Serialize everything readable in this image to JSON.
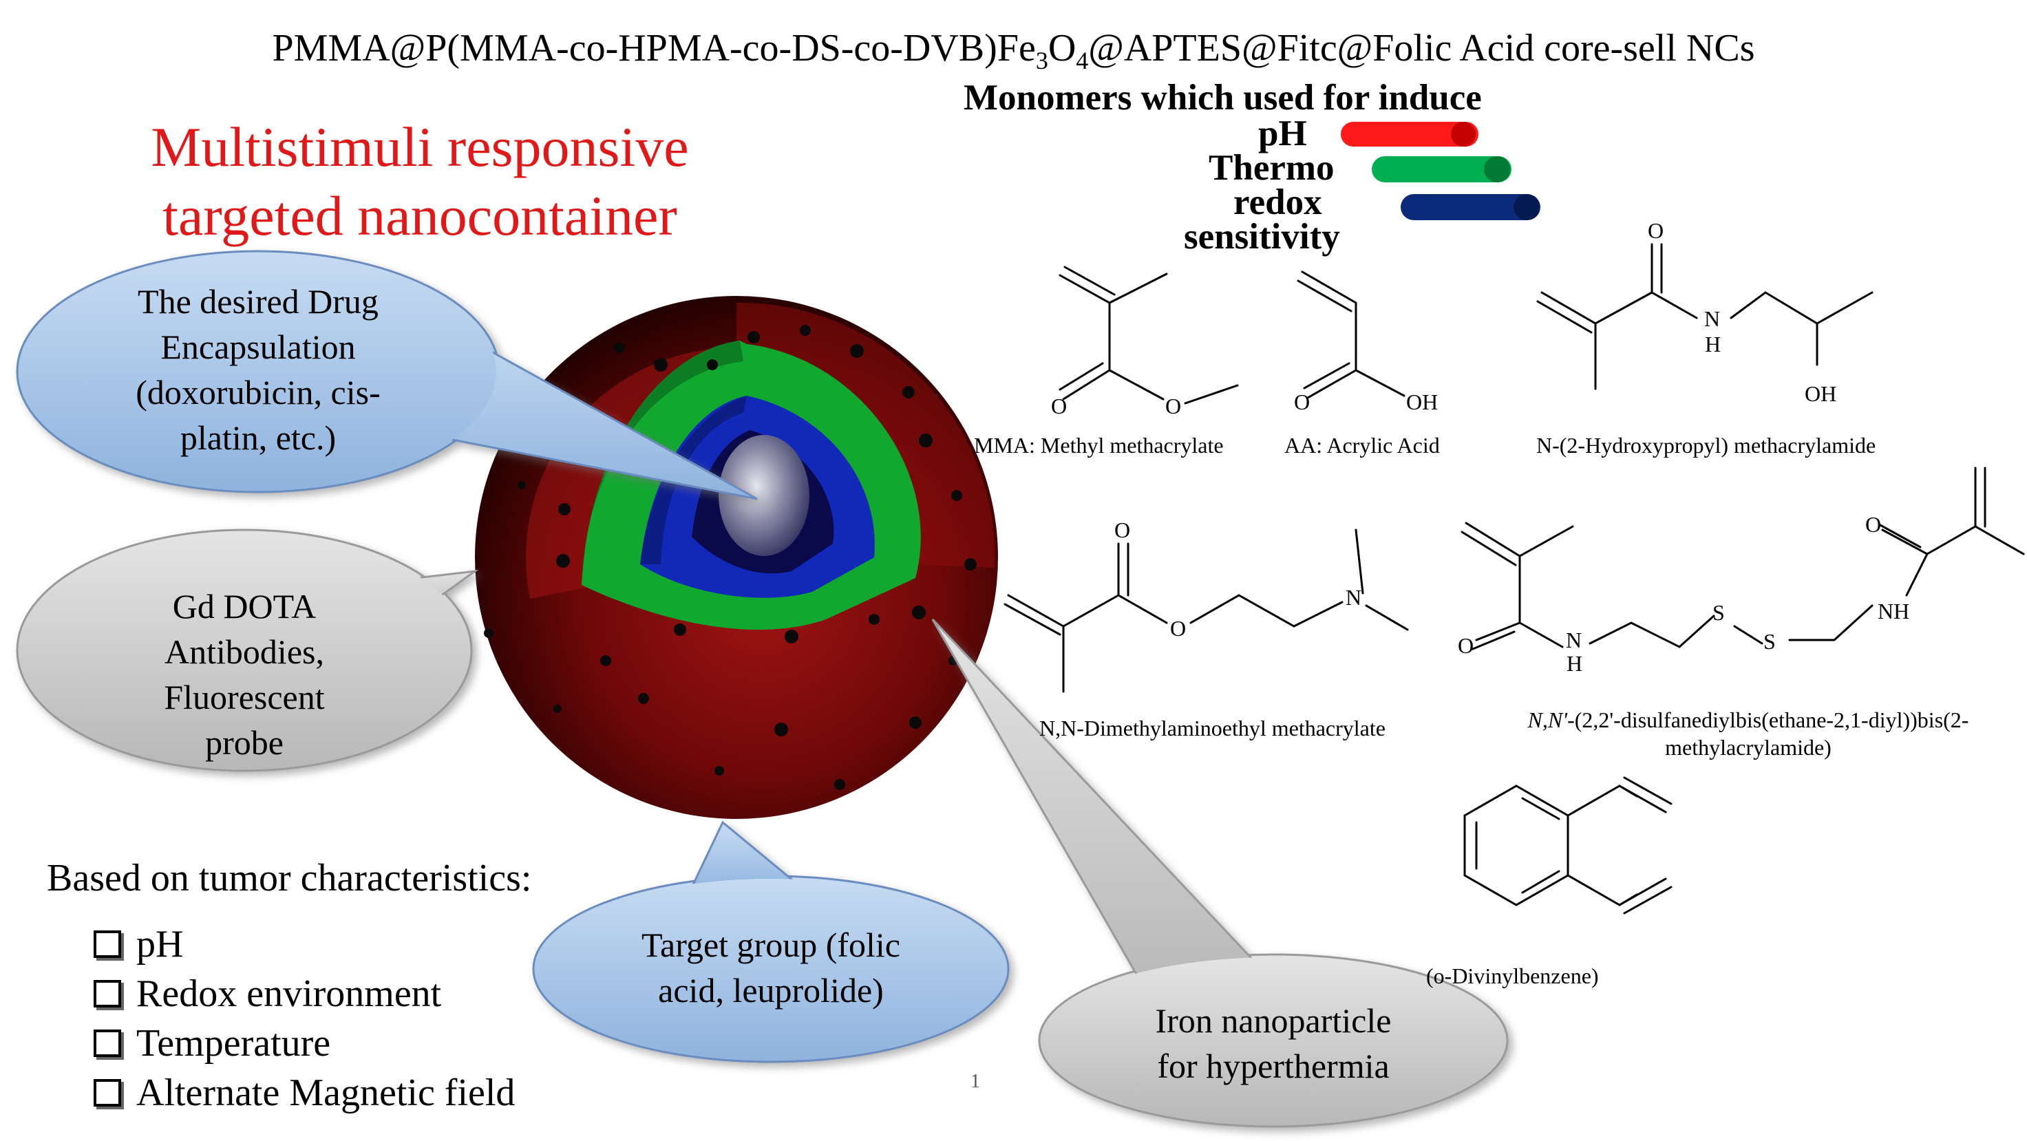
{
  "title": {
    "pre": "PMMA@P(MMA-co-HPMA-co-DS-co-DVB)Fe",
    "sub1": "3",
    "mid": "O",
    "sub2": "4",
    "post": "@APTES@Fitc@Folic Acid core-sell NCs"
  },
  "headline": {
    "line1": "Multistimuli responsive",
    "line2": "targeted nanocontainer"
  },
  "monomers": {
    "line1": "Monomers which used for induce",
    "line2": "pH",
    "line3": "Thermo",
    "line4": "redox",
    "line5": "sensitivity",
    "pills": [
      {
        "color": "#ff1a1a",
        "dark": "#c40000"
      },
      {
        "color": "#00b050",
        "dark": "#007a35"
      },
      {
        "color": "#0b2a7a",
        "dark": "#061a52"
      }
    ]
  },
  "bubbles": {
    "drug": [
      "The desired Drug",
      "Encapsulation",
      "(doxorubicin,  cis-",
      "platin, etc.)"
    ],
    "gd": [
      "Gd DOTA",
      "Antibodies,",
      "Fluorescent",
      "probe"
    ],
    "target": [
      "Target group (folic",
      "acid, leuprolide)"
    ],
    "iron": [
      "Iron nanoparticle",
      "for hyperthermia"
    ]
  },
  "tumor": {
    "heading": "Based on tumor characteristics:",
    "items": [
      "pH",
      "Redox environment",
      "Temperature",
      "Alternate Magnetic field"
    ]
  },
  "chemicals": {
    "mma": {
      "label": "MMA: Methyl methacrylate",
      "atoms": [
        "O",
        "O"
      ]
    },
    "aa": {
      "label": "AA: Acrylic Acid",
      "atoms": [
        "O",
        "OH"
      ]
    },
    "hpma": {
      "label": "N-(2-Hydroxypropyl) methacrylamide",
      "atoms": [
        "O",
        "N",
        "H",
        "OH"
      ]
    },
    "dmaema": {
      "label": "N,N-Dimethylaminoethyl methacrylate",
      "atoms": [
        "O",
        "O",
        "N"
      ]
    },
    "ds": {
      "label_italic": "N,N'",
      "label_rest": "-(2,2'-disulfanediylbis(ethane-2,1-diyl))bis(2-",
      "label_line2": "methylacrylamide)",
      "atoms": [
        "O",
        "N",
        "H",
        "S",
        "S",
        "NH",
        "O"
      ]
    },
    "dvb": {
      "label": "(o-Divinylbenzene)"
    }
  },
  "page_number": "1",
  "colors": {
    "headline": "#e01818",
    "shell_outer": "#7a0a0a",
    "shell_green": "#11a830",
    "shell_blue": "#1228b8",
    "core_navy": "#0a0a4a",
    "bubble_blue": "#c6dbf2",
    "bubble_gray": "#d2d2d2"
  }
}
